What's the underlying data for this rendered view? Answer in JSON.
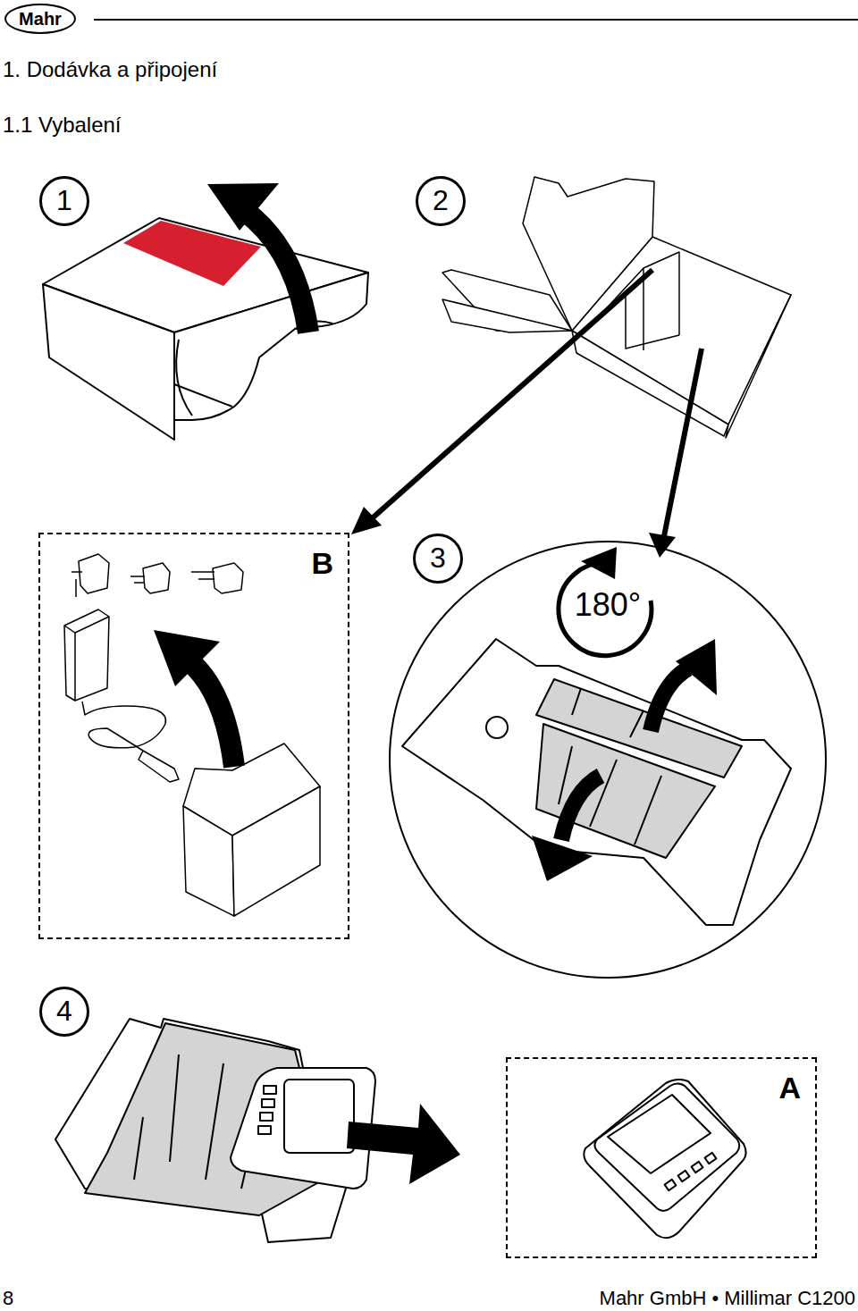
{
  "diagram": {
    "title": "1. Dodávka a připojení",
    "nodes": [
      {
        "text": [
          "Mahr"
        ]
      },
      {
        "text": [
          "1"
        ]
      },
      {
        "text": [
          "2"
        ]
      },
      {
        "text": [
          "B"
        ]
      },
      {
        "text": [
          "3"
        ]
      },
      {
        "text": [
          "180°"
        ]
      },
      {
        "text": [
          "4"
        ]
      },
      {
        "text": [
          "A"
        ]
      }
    ],
    "labels": [
      "1.1 Vybalení",
      "8",
      "Mahr GmbH • Millimar C1200"
    ]
  }
}
